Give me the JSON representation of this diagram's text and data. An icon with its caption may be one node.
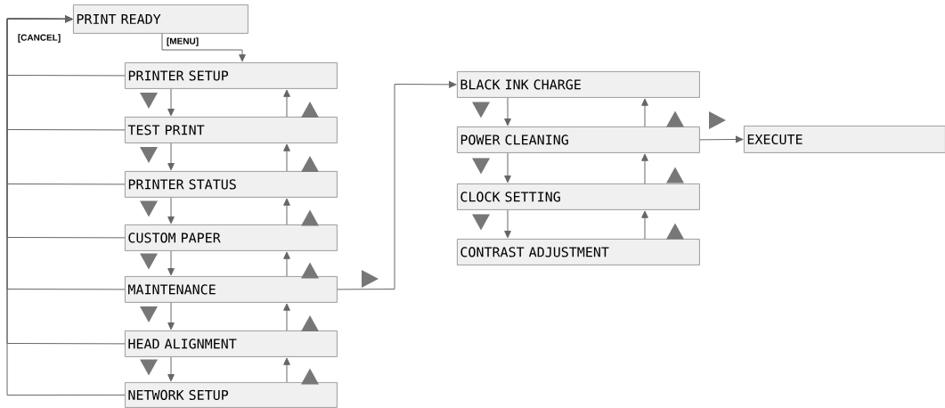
{
  "diagram": {
    "nodes": [
      {
        "text": [
          "PRINT READY"
        ]
      },
      {
        "text": [
          "PRINTER SETUP"
        ]
      },
      {
        "text": [
          "TEST PRINT"
        ]
      },
      {
        "text": [
          "PRINTER STATUS"
        ]
      },
      {
        "text": [
          "CUSTOM PAPER"
        ]
      },
      {
        "text": [
          "MAINTENANCE"
        ]
      },
      {
        "text": [
          "HEAD ALIGNMENT"
        ]
      },
      {
        "text": [
          "NETWORK SETUP"
        ]
      },
      {
        "text": [
          "BLACK INK CHARGE"
        ]
      },
      {
        "text": [
          "POWER CLEANING"
        ]
      },
      {
        "text": [
          "CLOCK SETTING"
        ]
      },
      {
        "text": [
          "CONTRAST ADJUSTMENT"
        ]
      },
      {
        "text": [
          "EXECUTE"
        ]
      }
    ],
    "edges": [
      {
        "from": 0,
        "to": 1,
        "arrow": "to",
        "label": "[MENU]"
      },
      {
        "from": 1,
        "to": 0,
        "arrow": "to"
      },
      {
        "from": 2,
        "to": 0,
        "arrow": "to"
      },
      {
        "from": 3,
        "to": 0,
        "arrow": "to"
      },
      {
        "from": 4,
        "to": 0,
        "arrow": "to"
      },
      {
        "from": 5,
        "to": 0,
        "arrow": "to"
      },
      {
        "from": 6,
        "to": 0,
        "arrow": "to"
      },
      {
        "from": 7,
        "to": 0,
        "arrow": "to"
      },
      {
        "from": 1,
        "to": 2,
        "arrow": "to"
      },
      {
        "from": 2,
        "to": 1,
        "arrow": "to"
      },
      {
        "from": 2,
        "to": 3,
        "arrow": "to"
      },
      {
        "from": 3,
        "to": 2,
        "arrow": "to"
      },
      {
        "from": 3,
        "to": 4,
        "arrow": "to"
      },
      {
        "from": 4,
        "to": 3,
        "arrow": "to"
      },
      {
        "from": 4,
        "to": 5,
        "arrow": "to"
      },
      {
        "from": 5,
        "to": 4,
        "arrow": "to"
      },
      {
        "from": 5,
        "to": 6,
        "arrow": "to"
      },
      {
        "from": 6,
        "to": 5,
        "arrow": "to"
      },
      {
        "from": 6,
        "to": 7,
        "arrow": "to"
      },
      {
        "from": 7,
        "to": 6,
        "arrow": "to"
      },
      {
        "from": 5,
        "to": 8,
        "arrow": "to"
      },
      {
        "from": 8,
        "to": 9,
        "arrow": "to"
      },
      {
        "from": 9,
        "to": 8,
        "arrow": "to"
      },
      {
        "from": 9,
        "to": 10,
        "arrow": "to"
      },
      {
        "from": 10,
        "to": 9,
        "arrow": "to"
      },
      {
        "from": 10,
        "to": 11,
        "arrow": "to"
      },
      {
        "from": 11,
        "to": 10,
        "arrow": "to"
      },
      {
        "from": 9,
        "to": 12,
        "arrow": "to"
      }
    ],
    "labels": [
      "[CANCEL]"
    ]
  }
}
